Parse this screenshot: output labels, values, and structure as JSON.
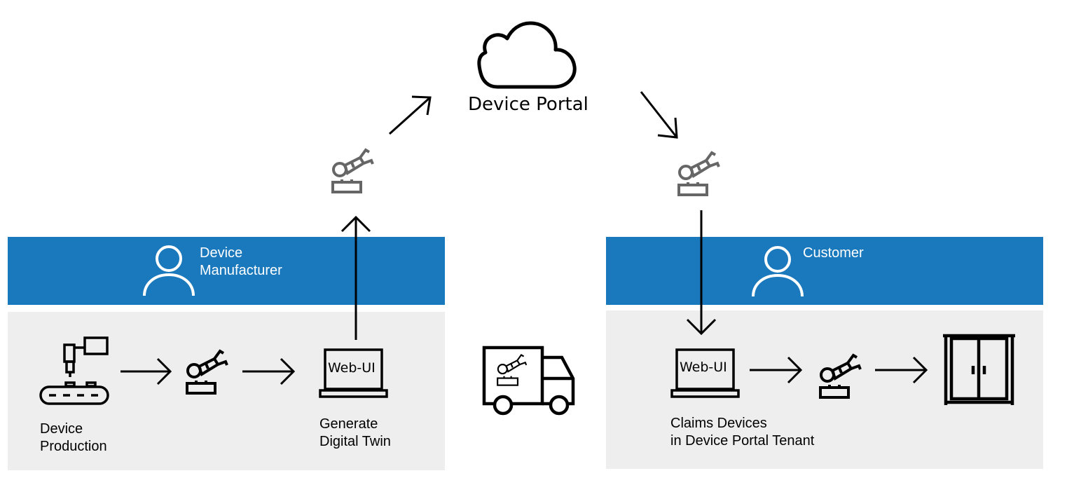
{
  "portal": {
    "label": "Device Portal"
  },
  "manufacturer": {
    "role_line1": "Device",
    "role_line2": "Manufacturer",
    "production_caption": "Device\nProduction",
    "webui_label": "Web-UI",
    "twin_caption": "Generate\nDigital Twin"
  },
  "customer": {
    "role": "Customer",
    "webui_label": "Web-UI",
    "claim_caption": "Claims Devices\nin Device Portal Tenant"
  },
  "colors": {
    "band": "#1a79bd",
    "panel": "#eeeeee",
    "robot_grey": "#666666"
  }
}
